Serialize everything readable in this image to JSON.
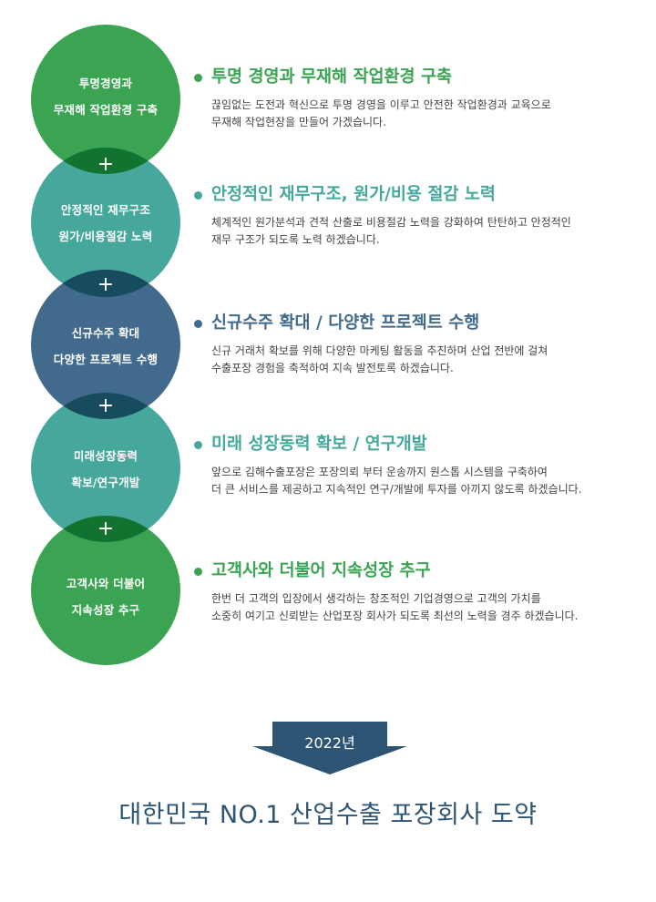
{
  "items": [
    {
      "circle_line1": "투명경영과",
      "circle_line2": "무재해 작업환경 구축",
      "title": "투명 경영과 무재해 작업환경 구축",
      "desc_line1": "끊임없는 도전과 혁신으로 투명 경영을 이루고 안전한 작업환경과 교육으로",
      "desc_line2": "무재해 작업현장을 만들어 가겠습니다.",
      "color": "#3aa453"
    },
    {
      "circle_line1": "안정적인 재무구조",
      "circle_line2": "원가/비용절감 노력",
      "title": "안정적인 재무구조, 원가/비용 절감 노력",
      "desc_line1": "체계적인 원가분석과 견적 산출로 비용절감 노력을 강화하여 탄탄하고 안정적인",
      "desc_line2": "재무 구조가 되도록 노력 하겠습니다.",
      "color": "#46a89c"
    },
    {
      "circle_line1": "신규수주 확대",
      "circle_line2": "다양한 프로젝트 수행",
      "title": "신규수주 확대 / 다양한 프로젝트 수행",
      "desc_line1": "신규 거래처 확보를 위해 다양한 마케팅 활동을 추진하며 산업 전반에 걸쳐",
      "desc_line2": "수출포장 경험을 축적하여 지속 발전토록 하겠습니다.",
      "color": "#426a8c"
    },
    {
      "circle_line1": "미래성장동력",
      "circle_line2": "확보/연구개발",
      "title": "미래 성장동력 확보 / 연구개발",
      "desc_line1": "앞으로 김해수출포장은 포장의뢰 부터 운송까지 원스톱 시스템을 구축하여",
      "desc_line2": "더 큰 서비스를 제공하고 지속적인 연구/개발에 투자를 아끼지 않도록 하겠습니다.",
      "color": "#46a89c"
    },
    {
      "circle_line1": "고객사와 더불어",
      "circle_line2": "지속성장 추구",
      "title": "고객사와 더불어 지속성장 추구",
      "desc_line1": "한번 더 고객의 입장에서 생각하는 창조적인 기업경영으로 고객의 가치를",
      "desc_line2": "소중히 여기고 신뢰받는 산업포장 회사가 되도록 최선의 노력을 경주 하겠습니다.",
      "color": "#3aa453"
    }
  ],
  "overlap_colors": [
    "#127330",
    "#174c5e",
    "#174c5e",
    "#127330"
  ],
  "plus_sign": "+",
  "arrow": {
    "label": "2022년",
    "color": "#2d5473"
  },
  "slogan": "대한민국 NO.1 산업수출 포장회사 도약"
}
